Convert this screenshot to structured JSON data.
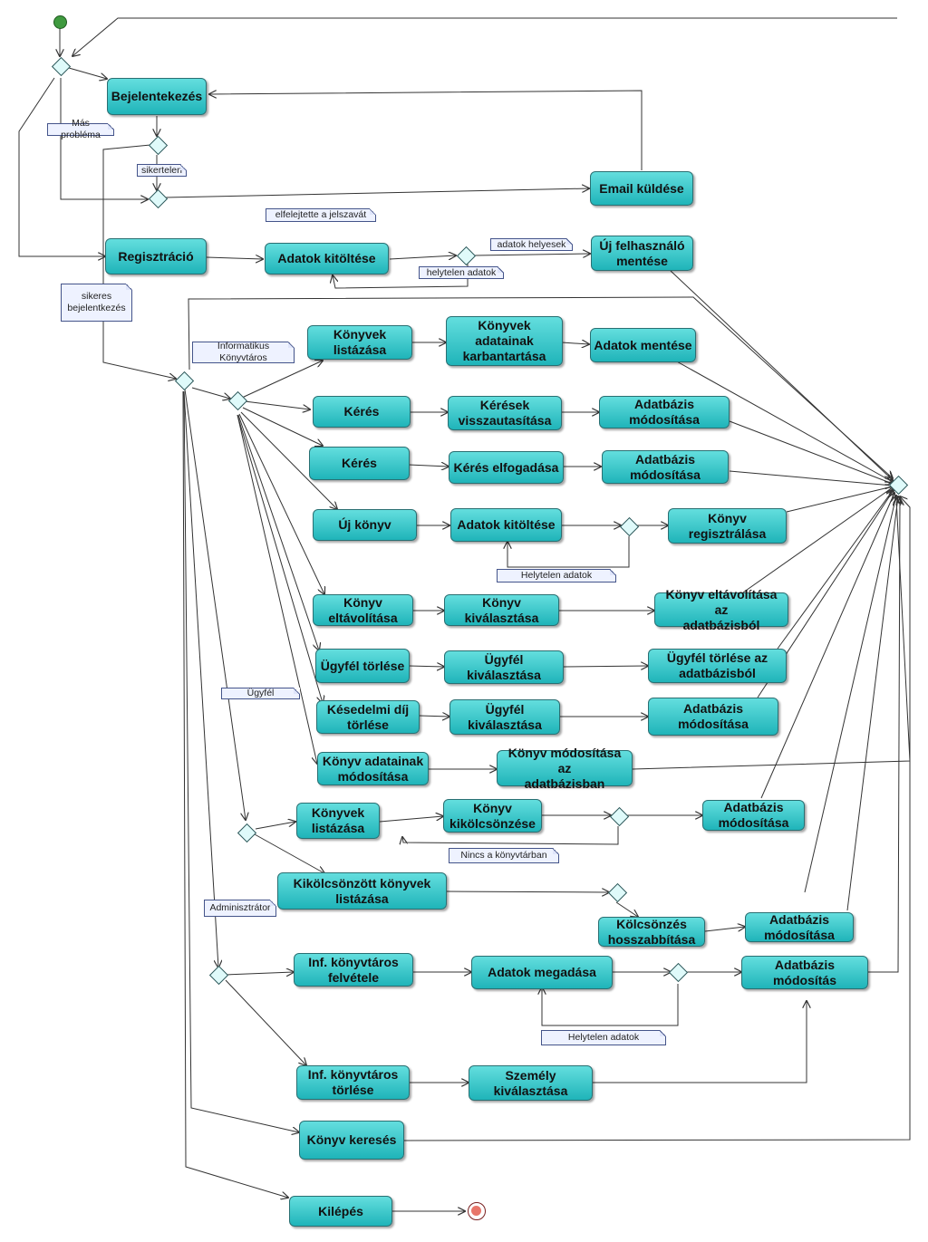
{
  "nodes": {
    "bejelentkezes": "Bejelentekezés",
    "email_kuldese": "Email küldése",
    "regisztracio": "Regisztráció",
    "adatok_kitoltese_1": "Adatok kitöltése",
    "uj_felhasznalo_mentese": "Új felhasználó\nmentése",
    "konyvek_listazasa_1": "Könyvek\nlistázása",
    "konyvek_adatainak_karbantartasa": "Könyvek\nadatainak\nkarbantartása",
    "adatok_mentese": "Adatok mentése",
    "keres_1": "Kérés",
    "keresek_visszautasitasa": "Kérések\nvisszautasítása",
    "adatbazis_modositasa_1": "Adatbázis\nmódosítása",
    "keres_2": "Kérés",
    "keres_elfogadasa": "Kérés elfogadása",
    "adatbazis_modositasa_2": "Adatbázis\nmódosítása",
    "uj_konyv": "Új könyv",
    "adatok_kitoltese_2": "Adatok kitöltése",
    "konyv_regisztralasa": "Könyv\nregisztrálása",
    "konyv_eltavolitasa": "Könyv\neltávolítása",
    "konyv_kivalasztasa": "Könyv\nkiválasztása",
    "konyv_eltavolitasa_az_adatbazisbol": "Könyv eltávolítása az\nadatbázisból",
    "ugyfel_torlese": "Ügyfél törlése",
    "ugyfel_kivalasztasa_1": "Ügyfél\nkiválasztása",
    "ugyfel_torlese_az_adatbazisbol": "Ügyfél törlése az\nadatbázisból",
    "kesedelmi_dij_torlese": "Késedelmi díj\ntörlése",
    "ugyfel_kivalasztasa_2": "Ügyfél\nkiválasztása",
    "adatbazis_modositasa_3": "Adatbázis\nmódosítása",
    "konyv_adatainak_modositasa": "Könyv adatainak\nmódosítása",
    "konyv_modositasa_az_adatbazisban": "Könyv módosítása az\nadatbázisban",
    "konyvek_listazasa_2": "Könyvek\nlistázása",
    "konyv_kikolcsonzese": "Könyv\nkikölcsönzése",
    "adatbazis_modositasa_4": "Adatbázis\nmódosítása",
    "kikolcsonzott_konyvek_listazasa": "Kikölcsönzött könyvek\nlistázása",
    "kolcsonzes_hosszabbitasa": "Kölcsönzés\nhosszabbítása",
    "adatbazis_modositasa_5": "Adatbázis\nmódosítása",
    "inf_konyvtaros_felvetele": "Inf. könyvtáros\nfelvétele",
    "adatok_megadasa": "Adatok megadása",
    "adatbazis_modositas": "Adatbázis\nmódosítás",
    "inf_konyvtaros_torlese": "Inf. könyvtáros\ntörlése",
    "szemely_kivalasztasa": "Személy\nkiválasztása",
    "konyv_kereses": "Könyv keresés",
    "kilepes": "Kilépés"
  },
  "notes": {
    "mas_problema": "Más probléma",
    "sikertelen": "sikertelen",
    "elfelejtette": "elfelejtette a jelszavát",
    "adatok_helyesek": "adatok helyesek",
    "helytelen_adatok_1": "helytelen adatok",
    "sikeres_bejelentkezes": "sikeres\nbejelentkezés",
    "informatikus_konyvtaros": "Informatikus\nKönyvtáros",
    "helytelen_adatok_2": "Helytelen adatok",
    "ugyfel": "Ügyfél",
    "nincs_a_konyvtarban": "Nincs a könyvtárban",
    "adminisztrator": "Adminisztrátor",
    "helytelen_adatok_3": "Helytelen adatok"
  },
  "colors": {
    "box_top": "#63dede",
    "box_bottom": "#1fb4b9",
    "note_fill": "#eef2ff",
    "start": "#3f9a3f",
    "end": "#e8766a",
    "line": "#333333"
  }
}
